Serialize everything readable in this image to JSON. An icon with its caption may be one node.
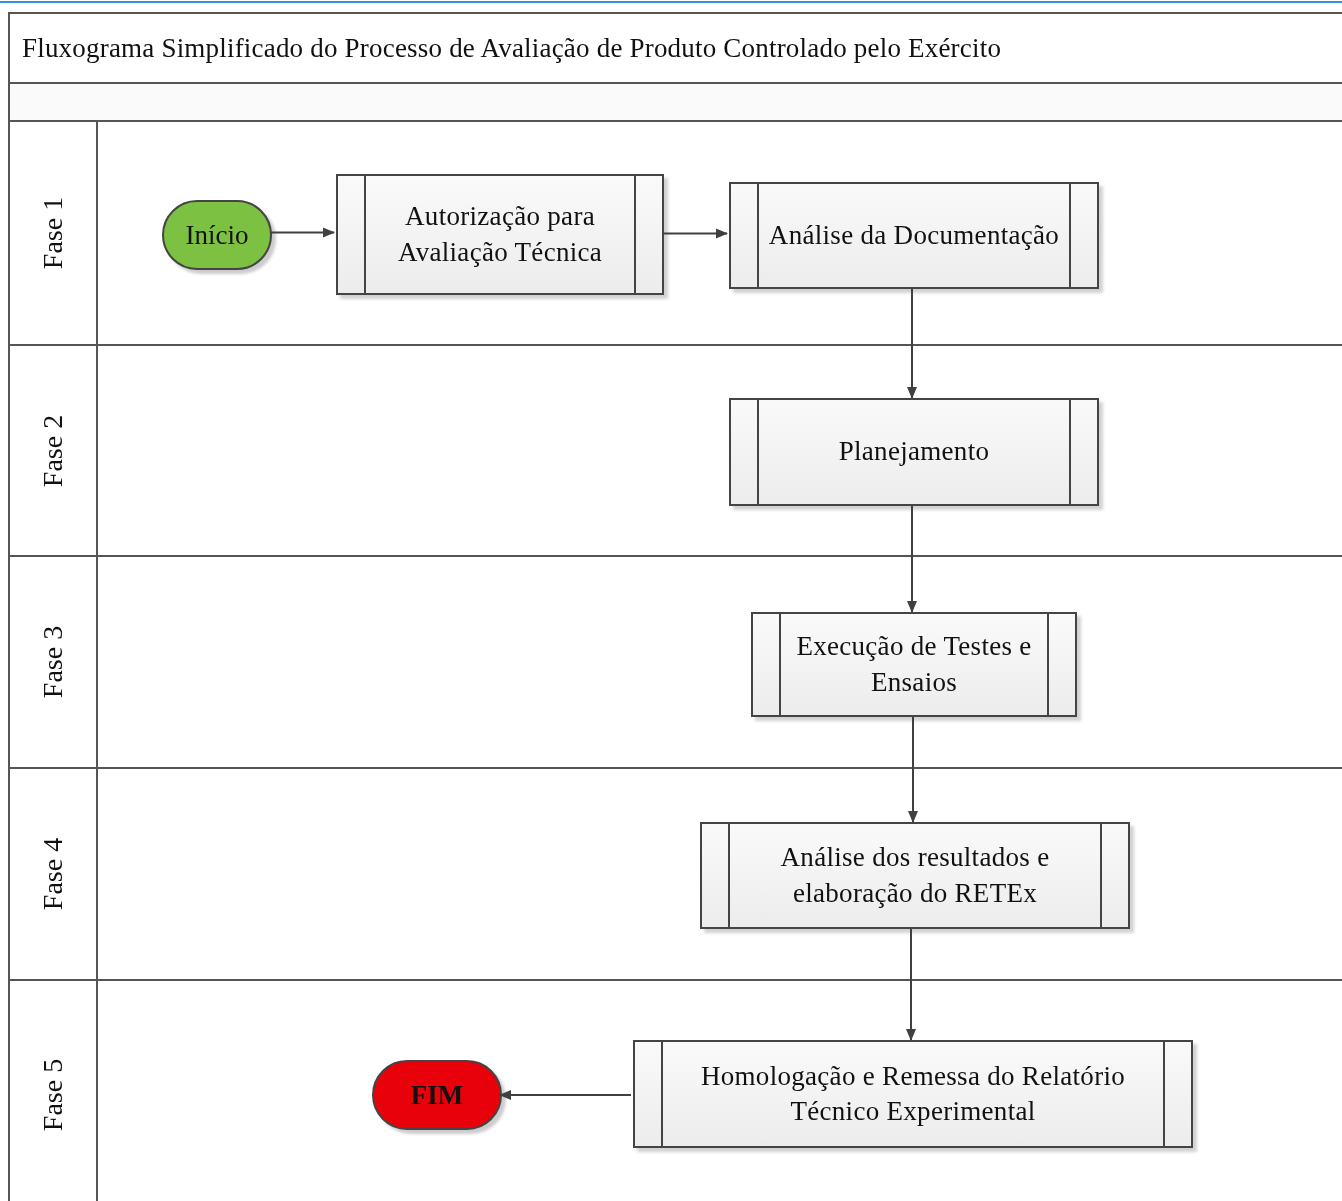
{
  "diagram": {
    "title": "Fluxograma Simplificado do Processo de Avaliação de Produto Controlado pelo Exército",
    "nodes": [
      {
        "text": [
          "Fase 1"
        ]
      },
      {
        "text": [
          "Início"
        ],
        "in": 0
      },
      {
        "text": [
          "Autorização para Avaliação Técnica"
        ],
        "in": 0
      },
      {
        "text": [
          "Análise da Documentação"
        ],
        "in": 0
      },
      {
        "text": [
          "Fase 2"
        ]
      },
      {
        "text": [
          "Planejamento"
        ],
        "in": 4
      },
      {
        "text": [
          "Fase 3"
        ]
      },
      {
        "text": [
          "Execução de Testes e Ensaios"
        ],
        "in": 6
      },
      {
        "text": [
          "Fase 4"
        ]
      },
      {
        "text": [
          "Análise dos resultados e elaboração do RETEx"
        ],
        "in": 8
      },
      {
        "text": [
          "Fase 5"
        ]
      },
      {
        "text": [
          "FIM"
        ],
        "in": 10
      },
      {
        "text": [
          "Homologação e Remessa do Relatório Técnico Experimental"
        ],
        "in": 10
      }
    ],
    "edges": [
      {
        "from": 1,
        "to": 2,
        "arrow": "to"
      },
      {
        "from": 2,
        "to": 3,
        "arrow": "to"
      },
      {
        "from": 3,
        "to": 5,
        "arrow": "to"
      },
      {
        "from": 5,
        "to": 7,
        "arrow": "to"
      },
      {
        "from": 7,
        "to": 9,
        "arrow": "to"
      },
      {
        "from": 9,
        "to": 12,
        "arrow": "to"
      },
      {
        "from": 12,
        "to": 11,
        "arrow": "to"
      }
    ]
  }
}
